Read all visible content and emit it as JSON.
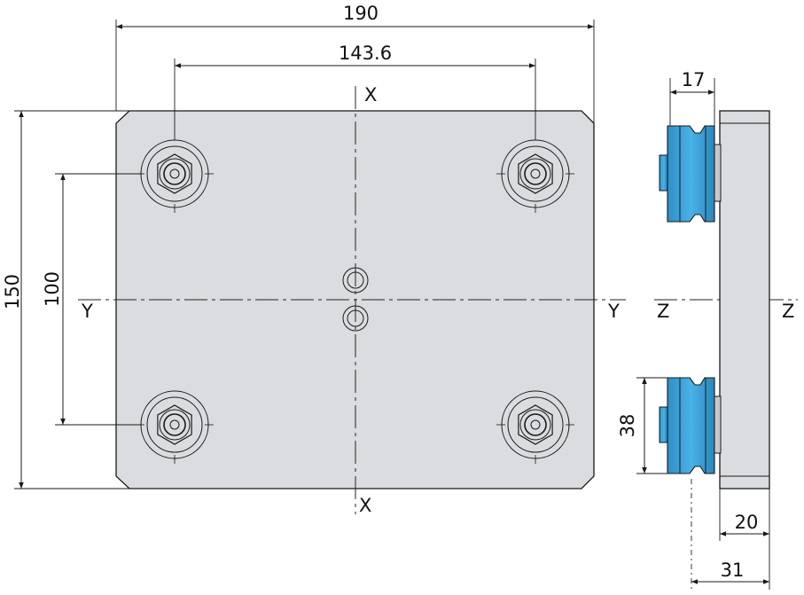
{
  "colors": {
    "plate_fill": "#dadcdf",
    "side_fill": "#dadcdf",
    "roller_blue": "#3aa3db",
    "roller_blue_dark": "#1f7fb5",
    "line": "#1a1a1a"
  },
  "dimensions": {
    "overall_width": "190",
    "hole_spacing_x": "143.6",
    "overall_height": "150",
    "hole_spacing_y": "100",
    "roller_width": "17",
    "roller_diameter": "38",
    "plate_thickness": "20",
    "total_depth": "31"
  },
  "axes": {
    "x_top": "X",
    "x_bottom": "X",
    "y_left": "Y",
    "y_right": "Y",
    "z_left": "Z",
    "z_right": "Z"
  }
}
